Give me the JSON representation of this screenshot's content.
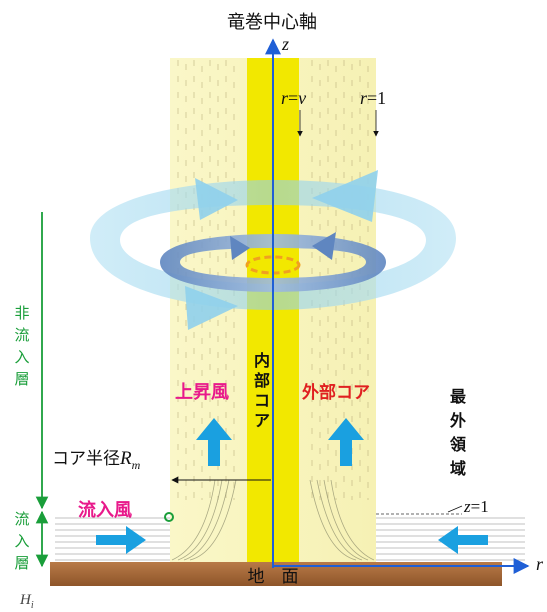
{
  "title": "竜巻中心軸",
  "axes": {
    "z_label": "z",
    "r_label": "r"
  },
  "radius_marks": {
    "r_nu": {
      "var": "r",
      "eq": "=",
      "val": "ν"
    },
    "r_one": {
      "var": "r",
      "eq": "=",
      "val": "1"
    }
  },
  "z_mark": {
    "var": "z",
    "eq": "=",
    "val": "1"
  },
  "labels": {
    "inner_core": [
      "内",
      "部",
      "コ",
      "ア"
    ],
    "outer_core": "外部コア",
    "outermost": [
      "最",
      "外",
      "領",
      "域"
    ],
    "updraft": "上昇風",
    "inflow_wind": "流入風",
    "core_radius_text": "コア半径",
    "core_radius_symbol": "R",
    "core_radius_sub": "m",
    "non_inflow_layer": [
      "非",
      "流",
      "入",
      "層"
    ],
    "inflow_layer": [
      "流",
      "入",
      "層"
    ],
    "ground": "地　面",
    "hi_symbol": "H",
    "hi_sub": "i"
  },
  "colors": {
    "core_band": "#faf7c8",
    "inner_core": "#f2e800",
    "axis_blue": "#1f5fd6",
    "arrow_blue": "#1aa0e0",
    "green": "#1a9e3a",
    "magenta": "#e8198b",
    "red": "#e02020",
    "ground": "#a86a3c"
  }
}
